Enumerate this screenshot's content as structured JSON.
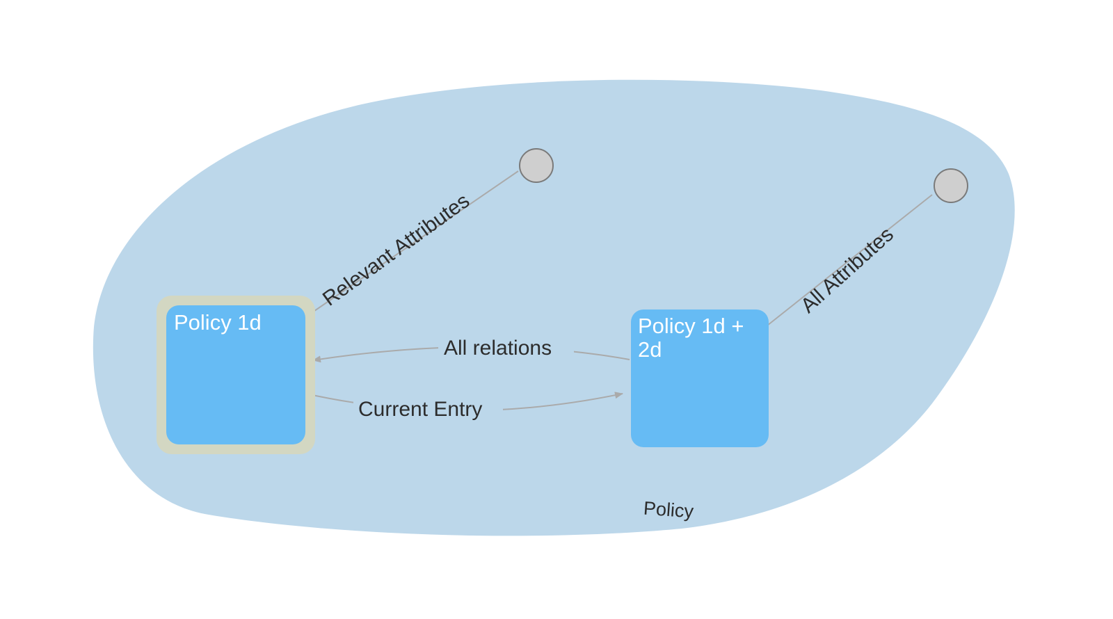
{
  "group": {
    "label": "Policy",
    "fill_color": "#bcd7ea"
  },
  "nodes": [
    {
      "id": "policy1d",
      "label": "Policy 1d",
      "fill_color": "#66bbf4",
      "selected": true,
      "highlight_color": "#d3d7c2"
    },
    {
      "id": "policy1d2d",
      "label": "Policy 1d + 2d",
      "fill_color": "#66bbf4",
      "selected": false
    }
  ],
  "attribute_nodes": [
    {
      "id": "attr-relevant",
      "fill_color": "#cfcfcf"
    },
    {
      "id": "attr-all",
      "fill_color": "#cfcfcf"
    }
  ],
  "edges": [
    {
      "id": "all-relations",
      "label": "All relations",
      "from": "policy1d2d",
      "to": "policy1d"
    },
    {
      "id": "current-entry",
      "label": "Current Entry",
      "from": "policy1d",
      "to": "policy1d2d"
    },
    {
      "id": "relevant-attributes",
      "label": "Relevant Attributes",
      "from": "policy1d",
      "to": "attr-relevant"
    },
    {
      "id": "all-attributes",
      "label": "All Attributes",
      "from": "policy1d2d",
      "to": "attr-all"
    }
  ],
  "edge_color": "#aaaaaa"
}
